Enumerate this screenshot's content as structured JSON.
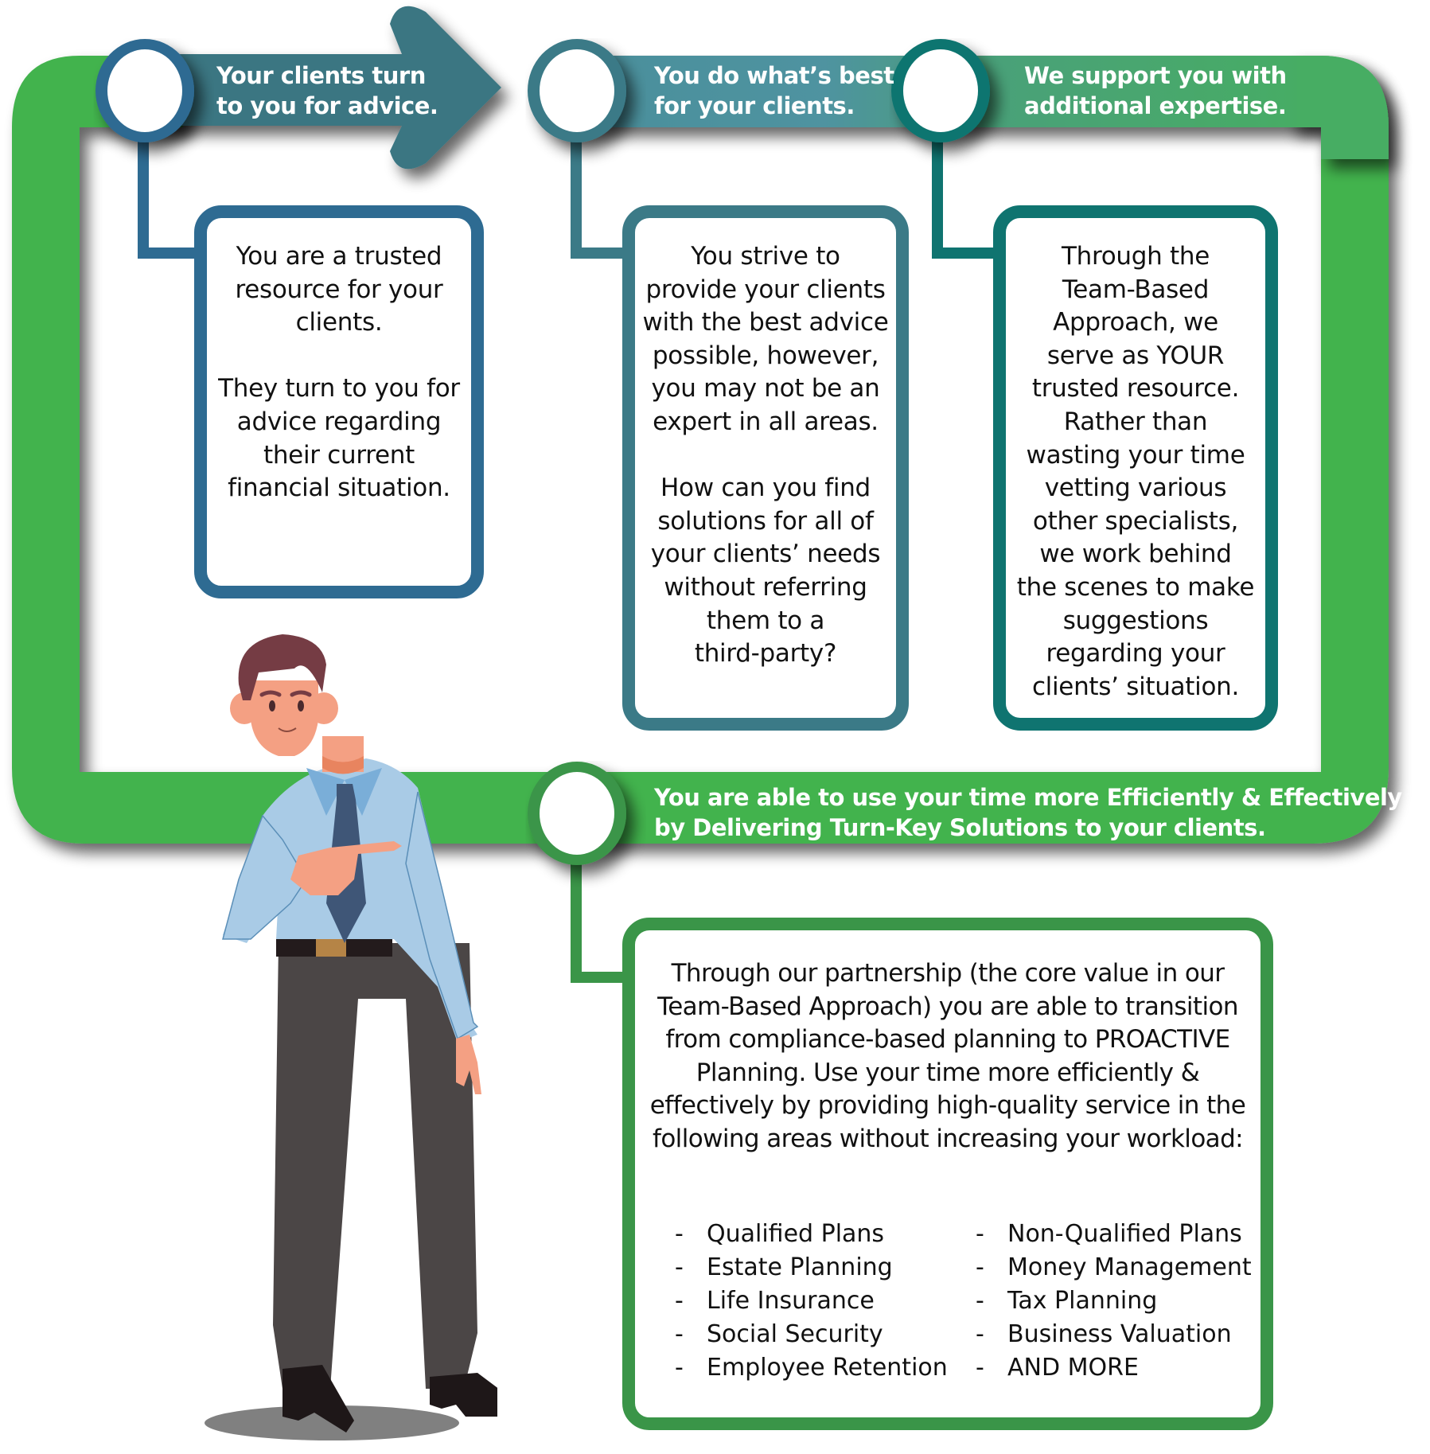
{
  "colors": {
    "green_loop": "#43b34e",
    "green_dark": "#3a9548",
    "step1_blue": "#2e6b92",
    "step1_arrow": "#3a7682",
    "step2_teal": "#3b7a87",
    "step3_teal": "#0f7470",
    "step3_banner": "#47a86a",
    "text_dark": "#111111"
  },
  "steps": [
    {
      "banner": "Your clients turn\nto you for advice.",
      "banner_line1": "Your clients turn",
      "banner_line2": "to you for advice.",
      "card_text": "You are a trusted\nresource for your\nclients.\n\nThey turn to you for\nadvice regarding\ntheir current\nfinancial situation."
    },
    {
      "banner_line1": "You do what’s best",
      "banner_line2": "for your clients.",
      "card_text": "You strive to\nprovide your clients\nwith the best advice\npossible, however,\nyou may not be an\nexpert in all areas.\n\nHow can you find\nsolutions for all of\nyour clients’ needs\nwithout referring\nthem to a\nthird-party?"
    },
    {
      "banner_line1": "We support you with",
      "banner_line2": "additional expertise.",
      "card_text": "Through the\nTeam-Based\nApproach, we\nserve as YOUR\ntrusted resource.\nRather than\nwasting your time\nvetting various\nother specialists,\nwe work behind\nthe scenes to make\nsuggestions\nregarding your\nclients’ situation."
    },
    {
      "banner_line1": "You are able to use your time more Efficiently & Effectively",
      "banner_line2": "by Delivering Turn-Key Solutions to your clients.",
      "card_text": "Through our partnership (the core value in our\nTeam-Based Approach) you are able to transition\nfrom compliance-based planning to PROACTIVE\nPlanning. Use your time more efficiently &\neffectively by providing high-quality service in the\nfollowing areas without increasing your workload:",
      "services_left": [
        "Qualified Plans",
        "Estate Planning",
        "Life Insurance",
        "Social Security",
        "Employee Retention"
      ],
      "services_right": [
        "Non-Qualified Plans",
        "Money Management",
        "Tax Planning",
        "Business Valuation",
        "AND MORE"
      ],
      "bullet": "-"
    }
  ],
  "illustration": {
    "subject": "businessman pointing"
  }
}
